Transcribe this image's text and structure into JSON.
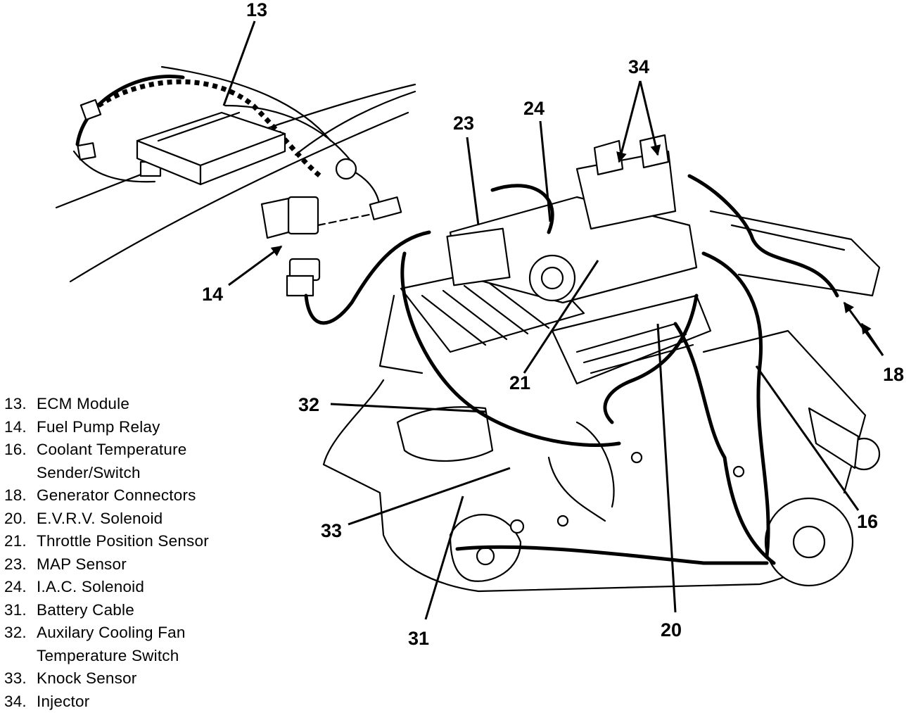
{
  "callouts": {
    "c13": "13",
    "c14": "14",
    "c16": "16",
    "c18": "18",
    "c20": "20",
    "c21": "21",
    "c23": "23",
    "c24": "24",
    "c31": "31",
    "c32": "32",
    "c33": "33",
    "c34": "34"
  },
  "legend": [
    {
      "num": "13.",
      "text": "ECM Module"
    },
    {
      "num": "14.",
      "text": "Fuel Pump Relay"
    },
    {
      "num": "16.",
      "text": "Coolant Temperature\nSender/Switch"
    },
    {
      "num": "18.",
      "text": "Generator Connectors"
    },
    {
      "num": "20.",
      "text": "E.V.R.V. Solenoid"
    },
    {
      "num": "21.",
      "text": "Throttle Position Sensor"
    },
    {
      "num": "23.",
      "text": "MAP Sensor"
    },
    {
      "num": "24.",
      "text": "I.A.C. Solenoid"
    },
    {
      "num": "31.",
      "text": "Battery Cable"
    },
    {
      "num": "32.",
      "text": "Auxilary Cooling Fan\nTemperature Switch"
    },
    {
      "num": "33.",
      "text": "Knock Sensor"
    },
    {
      "num": "34.",
      "text": "Injector"
    }
  ]
}
